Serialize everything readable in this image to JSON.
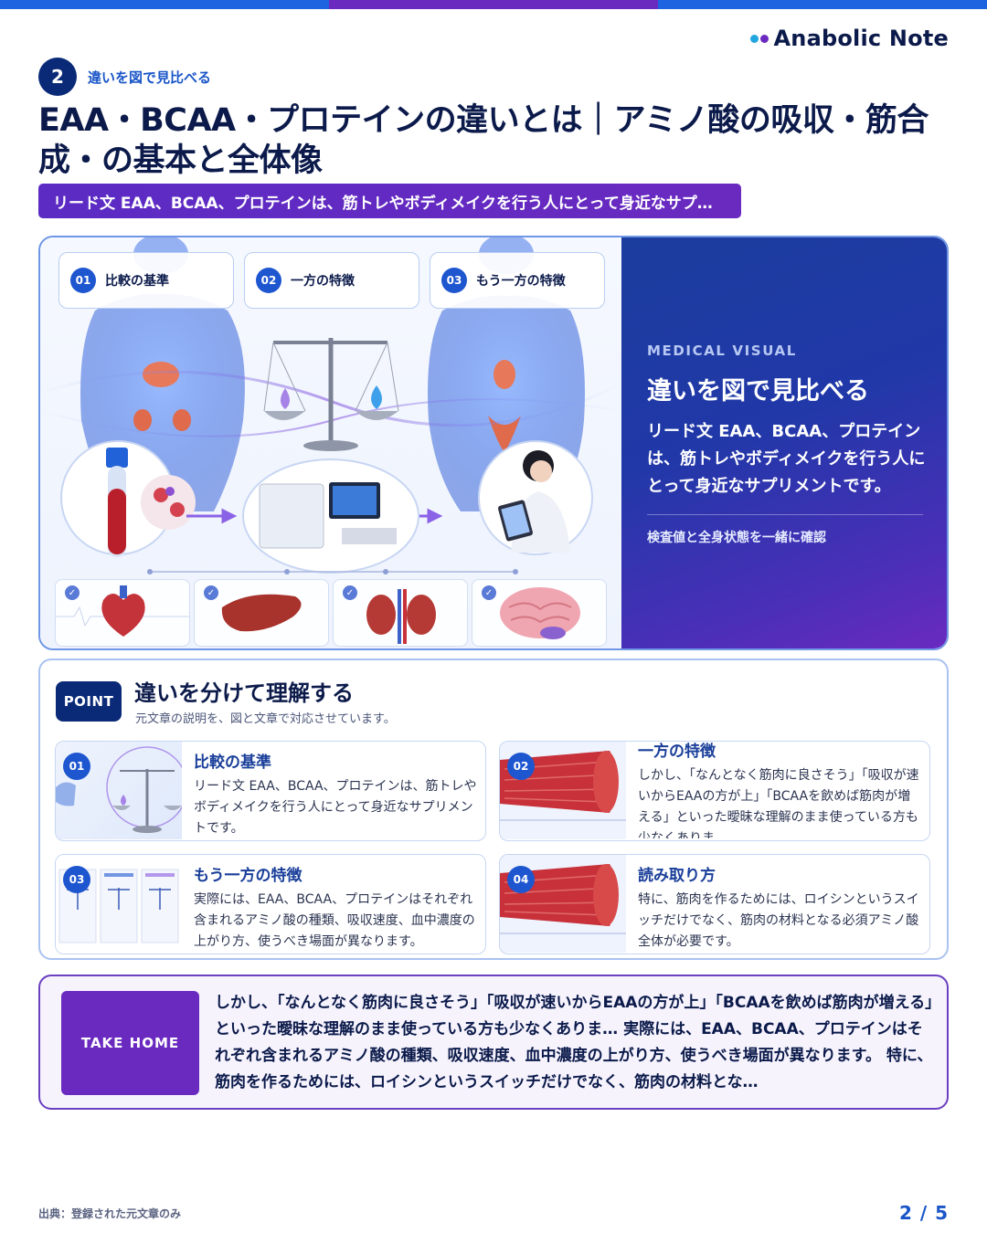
{
  "topbar": {
    "colors": [
      "#1e63e0",
      "#6a2ac0",
      "#1e63e0"
    ]
  },
  "brand": {
    "name": "Anabolic Note",
    "dot_colors": [
      "#22a6e0",
      "#6a2ac0"
    ]
  },
  "section": {
    "number": "2",
    "label": "違いを図で見比べる"
  },
  "title": "EAA・BCAA・プロテインの違いとは｜アミノ酸の吸収・筋合成・の基本と全体像",
  "lead": "リード文 EAA、BCAA、プロテインは、筋トレやボディメイクを行う人にとって身近なサプ…",
  "visual": {
    "chips": [
      {
        "num": "01",
        "label": "比較の基準"
      },
      {
        "num": "02",
        "label": "一方の特徴"
      },
      {
        "num": "03",
        "label": "もう一方の特徴"
      }
    ],
    "organ_icons": [
      "heart-icon",
      "liver-icon",
      "kidney-icon",
      "brain-icon"
    ],
    "check_mark": "✓",
    "panel": {
      "kicker": "MEDICAL VISUAL",
      "title": "違いを図で見比べる",
      "body": "リード文 EAA、BCAA、プロテインは、筋トレやボディメイクを行う人にとって身近なサプリメントです。",
      "note": "検査値と全身状態を一緒に確認"
    }
  },
  "point": {
    "badge": "POINT",
    "title": "違いを分けて理解する",
    "subtitle": "元文章の説明を、図と文章で対応させています。",
    "cards": [
      {
        "num": "01",
        "title": "比較の基準",
        "body": "リード文 EAA、BCAA、プロテインは、筋トレやボディメイクを行う人にとって身近なサプリメントです。"
      },
      {
        "num": "02",
        "title": "一方の特徴",
        "body": "しかし、「なんとなく筋肉に良さそう」「吸収が速いからEAAの方が上」「BCAAを飲めば筋肉が増える」といった曖昧な理解のまま使っている方も少なくありま…"
      },
      {
        "num": "03",
        "title": "もう一方の特徴",
        "body": "実際には、EAA、BCAA、プロテインはそれぞれ含まれるアミノ酸の種類、吸収速度、血中濃度の上がり方、使うべき場面が異なります。"
      },
      {
        "num": "04",
        "title": "読み取り方",
        "body": "特に、筋肉を作るためには、ロイシンというスイッチだけでなく、筋肉の材料となる必須アミノ酸全体が必要です。"
      }
    ]
  },
  "take_home": {
    "badge": "TAKE HOME",
    "text": "しかし、「なんとなく筋肉に良さそう」「吸収が速いからEAAの方が上」「BCAAを飲めば筋肉が増える」といった曖昧な理解のまま使っている方も少なくありま… 実際には、EAA、BCAA、プロテインはそれぞれ含まれるアミノ酸の種類、吸収速度、血中濃度の上がり方、使うべき場面が異なります。 特に、筋肉を作るためには、ロイシンというスイッチだけでなく、筋肉の材料とな…"
  },
  "footer": {
    "source": "出典：登録された元文章のみ",
    "page": "2 / 5"
  }
}
